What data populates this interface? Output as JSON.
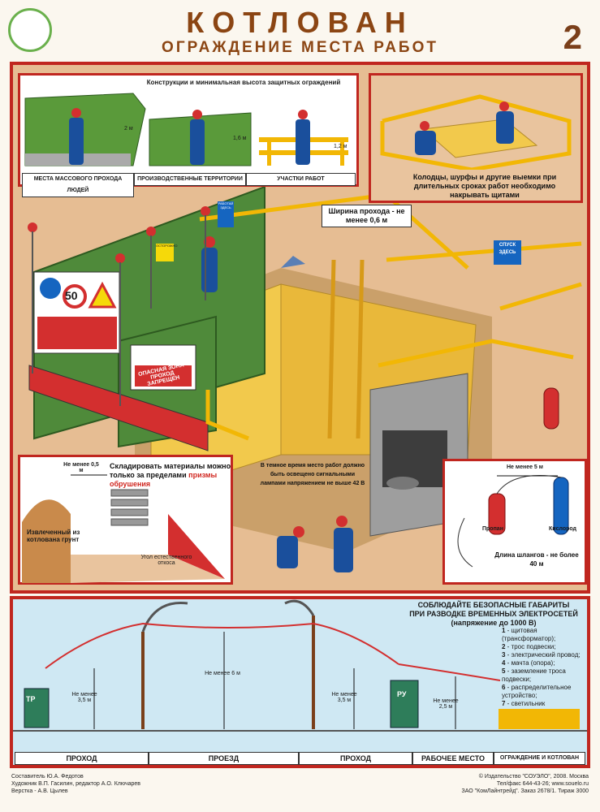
{
  "header": {
    "title": "КОТЛОВАН",
    "subtitle": "ОГРАЖДЕНИЕ МЕСТА РАБОТ",
    "number": "2"
  },
  "top_left_panel": {
    "heading": "Конструкции и минимальная высота защитных ограждений",
    "heights": [
      "2 м",
      "1,6 м",
      "1,2 м"
    ],
    "labels": [
      "МЕСТА МАССОВОГО ПРОХОДА ЛЮДЕЙ",
      "ПРОИЗВОДСТВЕННЫЕ ТЕРРИТОРИИ",
      "УЧАСТКИ РАБОТ"
    ]
  },
  "top_right_panel": {
    "caption": "Колодцы, шурфы и другие выемки при длительных сроках работ необходимо накрывать щитами"
  },
  "main_scene": {
    "passage_callout": "Ширина прохода - не менее 0,6 м",
    "sign_speed": "50",
    "sign_danger": "ОПАСНАЯ ЗОНА",
    "sign_danger_sub": "ПРОХОД ЗАПРЕЩЕН",
    "sign_descent": "СПУСК ЗДЕСЬ",
    "sign_work": "РАБОТАЙ ЗДЕСЬ",
    "sign_caution": "ОСТОРОЖНО"
  },
  "storage_panel": {
    "distance": "Не менее 0,5 м",
    "title": "Складировать материалы можно только за пределами",
    "title_red": "призмы обрушения",
    "soil_label": "Извлеченный из котлована грунт",
    "angle_label": "Угол естественного откоса"
  },
  "lighting_note": "В темное время место работ должно быть освещено сигнальными лампами напряжением не выше 42 В",
  "gas_panel": {
    "distance": "Не менее 5 м",
    "propane": "Пропан",
    "oxygen": "Кислород",
    "hose": "Длина шлангов - не более 40 м"
  },
  "bottom_panel": {
    "heading1": "СОБЛЮДАЙТЕ БЕЗОПАСНЫЕ ГАБАРИТЫ",
    "heading2": "ПРИ РАЗВОДКЕ ВРЕМЕННЫХ ЭЛЕКТРОСЕТЕЙ",
    "heading3": "(напряжение до 1000 В)",
    "dims": [
      "Не менее 3,5 м",
      "Не менее 6 м",
      "Не менее 3,5 м",
      "Не менее 2,5 м"
    ],
    "boxes": [
      "ТР",
      "РУ"
    ],
    "legend": [
      {
        "n": "1",
        "t": "щитовая (трансформатор);"
      },
      {
        "n": "2",
        "t": "трос подвески;"
      },
      {
        "n": "3",
        "t": "электрический провод;"
      },
      {
        "n": "4",
        "t": "мачта (опора);"
      },
      {
        "n": "5",
        "t": "заземление троса подвески;"
      },
      {
        "n": "6",
        "t": "распределительное устройство;"
      },
      {
        "n": "7",
        "t": "светильник"
      }
    ],
    "zones": [
      "ПРОХОД",
      "ПРОЕЗД",
      "ПРОХОД",
      "РАБОЧЕЕ МЕСТО",
      "ОГРАЖДЕНИЕ И КОТЛОВАН"
    ]
  },
  "credits": {
    "left": [
      "Составитель Ю.А. Федотов",
      "Художник В.П. Гасилин, редактор А.О. Ключарев",
      "Верстка - А.В. Цылев"
    ],
    "right": [
      "© Издательство \"СОУЭЛО\", 2008. Москва",
      "Тел/факс 644-43-26; www.souelo.ru",
      "ЗАО \"КомЛайнтрейд\". Заказ 2678/1. Тираж 3000"
    ]
  }
}
